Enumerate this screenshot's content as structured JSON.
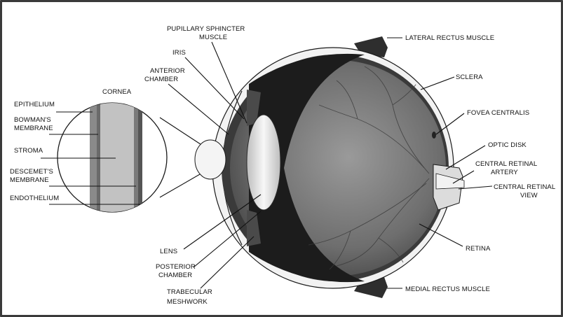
{
  "labels": {
    "pupillary_sphincter_muscle": [
      "PUPILLARY SPHINCTER",
      "MUSCLE"
    ],
    "iris": "IRIS",
    "anterior_chamber": [
      "ANTERIOR",
      "CHAMBER"
    ],
    "cornea": "CORNEA",
    "epithelium": "EPITHELIUM",
    "bowmans_membrane": [
      "BOWMAN'S",
      "MEMBRANE"
    ],
    "stroma": "STROMA",
    "descemets_membrane": [
      "DESCEMET'S",
      "MEMBRANE"
    ],
    "endothelium": "ENDOTHELIUM",
    "lens": "LENS",
    "posterior_chamber": [
      "POSTERIOR",
      "CHAMBER"
    ],
    "trabecular_meshwork": [
      "TRABECULAR",
      "MESHWORK"
    ],
    "lateral_rectus_muscle": "LATERAL RECTUS MUSCLE",
    "sclera": "SCLERA",
    "fovea_centralis": "FOVEA CENTRALIS",
    "optic_disk": "OPTIC DISK",
    "central_retinal_artery": [
      "CENTRAL RETINAL",
      "ARTERY"
    ],
    "central_retinal_view": [
      "CENTRAL RETINAL",
      "VIEW"
    ],
    "retina": "RETINA",
    "medial_rectus_muscle": "MEDIAL RECTUS MUSCLE"
  },
  "colors": {
    "frame": "#3a3a3a",
    "sclera": "#f2f2f2",
    "choroid": "#3c3c3c",
    "vitreous": "#7a7a7a",
    "lens": "#e6e6e6",
    "muscle": "#2e2e2e"
  }
}
